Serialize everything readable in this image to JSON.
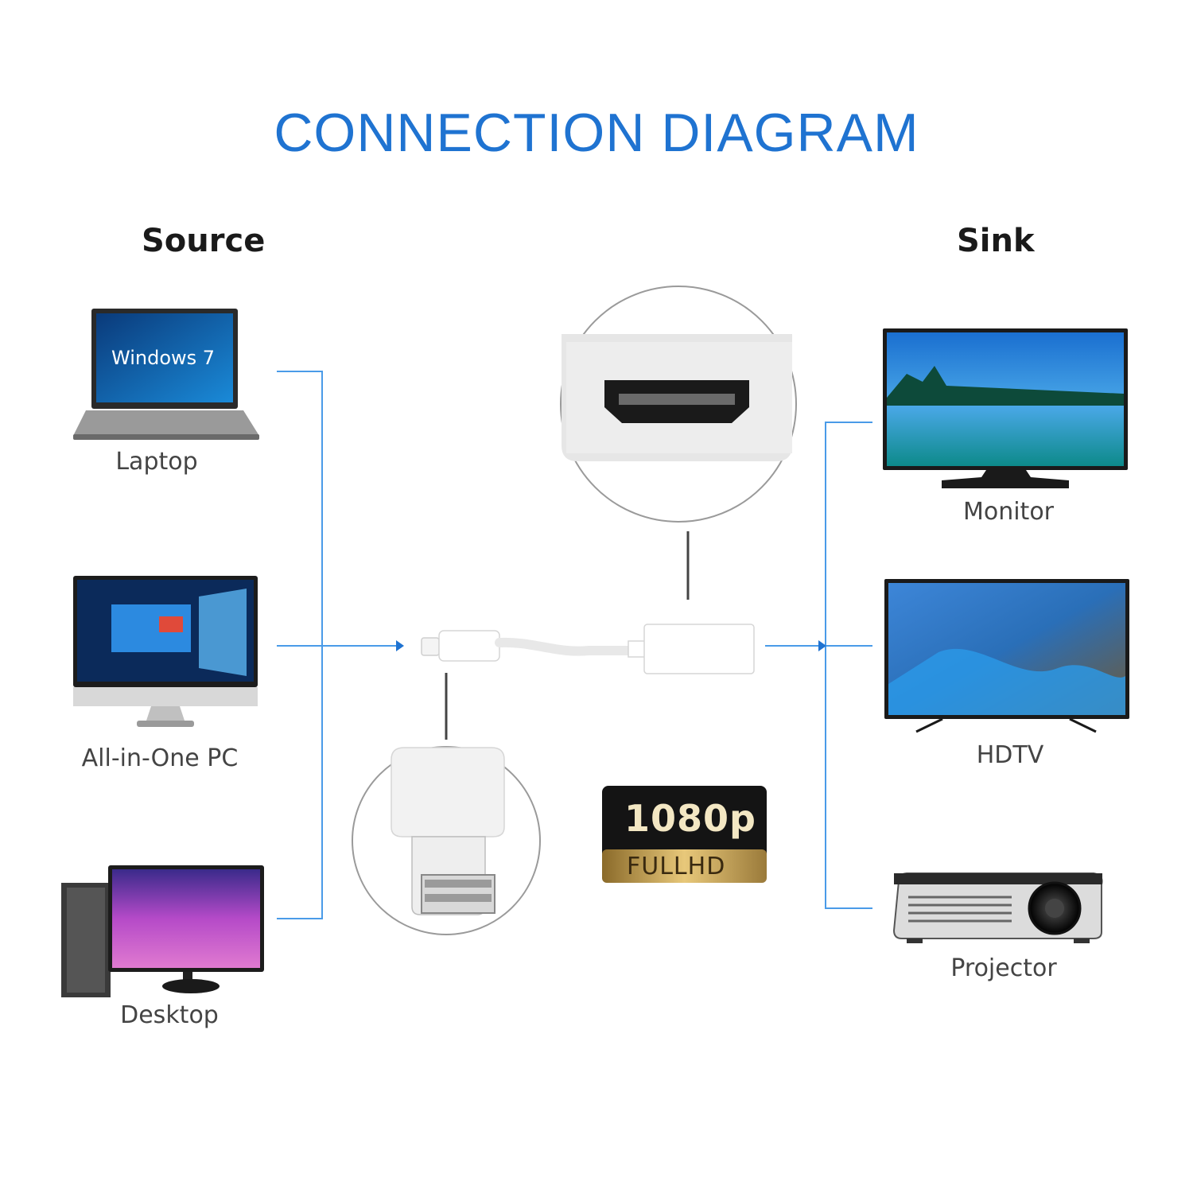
{
  "title": "CONNECTION DIAGRAM",
  "source": {
    "heading": "Source",
    "devices": [
      {
        "label": "Laptop",
        "icon": "laptop-icon"
      },
      {
        "label": "All-in-One PC",
        "icon": "all-in-one-pc-icon"
      },
      {
        "label": "Desktop",
        "icon": "desktop-icon"
      }
    ]
  },
  "sink": {
    "heading": "Sink",
    "devices": [
      {
        "label": "Monitor",
        "icon": "monitor-icon"
      },
      {
        "label": "HDTV",
        "icon": "hdtv-icon"
      },
      {
        "label": "Projector",
        "icon": "projector-icon"
      }
    ]
  },
  "laptop_screen_text": "Windows 7",
  "badge": {
    "top": "1080p",
    "bottom": "FULLHD"
  },
  "colors": {
    "accent": "#1f73d1",
    "line": "#4a9be8"
  }
}
